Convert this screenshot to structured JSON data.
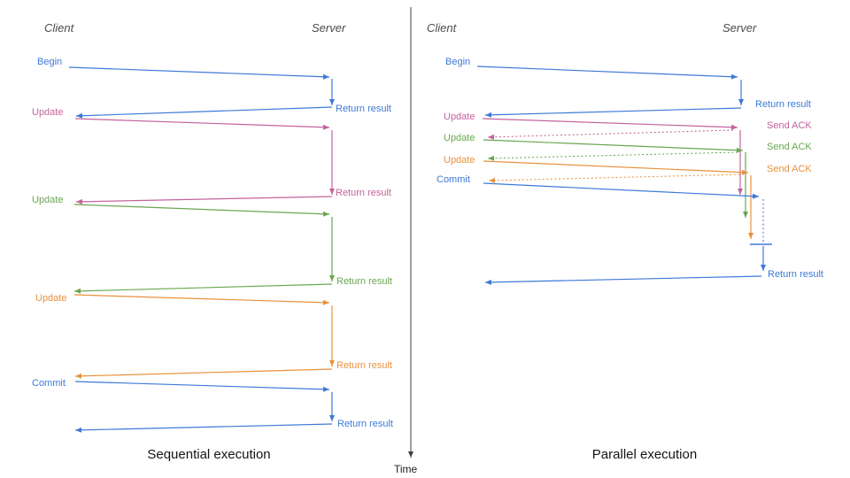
{
  "colors": {
    "blue": "#3d79d8",
    "pink": "#c4639d",
    "green": "#68a74f",
    "orange": "#e8913d",
    "axis": "#3f3f3f",
    "header": "#4a4a4a",
    "caption": "#141414"
  },
  "time_axis": {
    "label": "Time"
  },
  "left": {
    "client_header": "Client",
    "server_header": "Server",
    "caption": "Sequential execution",
    "begin_label": "Begin",
    "return1_label": "Return result",
    "update1_label": "Update",
    "return2_label": "Return result",
    "update2_label": "Update",
    "return3_label": "Return result",
    "update3_label": "Update",
    "return4_label": "Return result",
    "commit_label": "Commit",
    "return5_label": "Return result"
  },
  "right": {
    "client_header": "Client",
    "server_header": "Server",
    "caption": "Parallel execution",
    "begin_label": "Begin",
    "return1_label": "Return result",
    "update1_label": "Update",
    "ack1_label": "Send ACK",
    "update2_label": "Update",
    "ack2_label": "Send ACK",
    "update3_label": "Update",
    "ack3_label": "Send ACK",
    "commit_label": "Commit",
    "return2_label": "Return result"
  }
}
